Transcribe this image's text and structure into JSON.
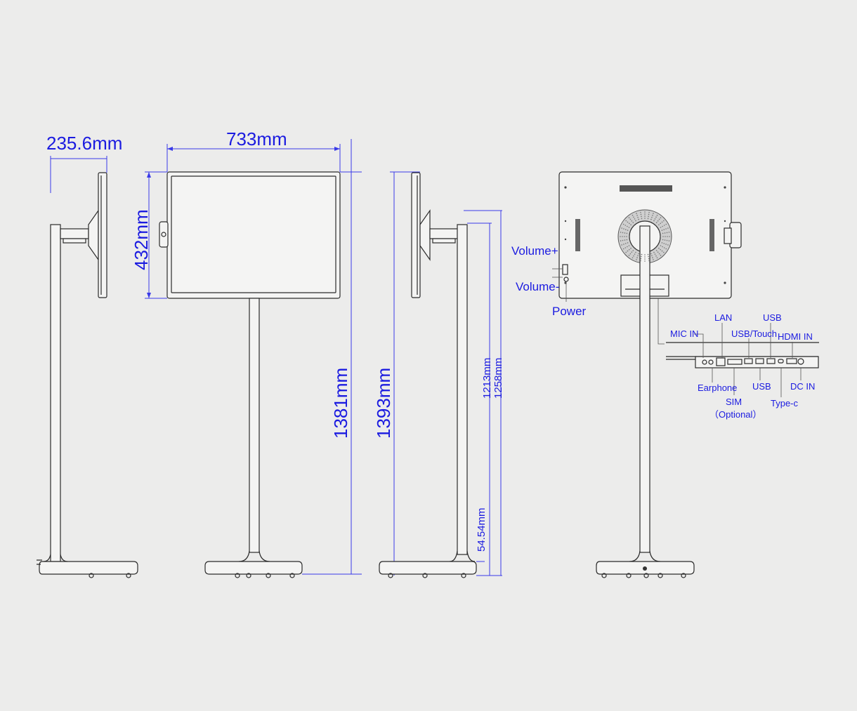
{
  "dimensions": {
    "depth": "235.6mm",
    "width": "733mm",
    "screen_height": "432mm",
    "total_height": "1381mm",
    "max_height": "1393mm",
    "pole_height_low": "1213mm",
    "pole_height_high": "1258mm",
    "base_height": "54.54mm"
  },
  "side_buttons": {
    "volume_up": "Volume+",
    "volume_down": "Volume-",
    "power": "Power"
  },
  "ports": {
    "mic_in": "MIC IN",
    "lan": "LAN",
    "usb_touch": "USB/Touch",
    "usb_top": "USB",
    "hdmi_in": "HDMI IN",
    "earphone": "Earphone",
    "sim": "SIM",
    "sim_note": "（Optional）",
    "usb_bottom": "USB",
    "type_c": "Type-c",
    "dc_in": "DC IN"
  },
  "colors": {
    "background": "#ececeb",
    "dimension": "#1b1be0",
    "drawing": "#2b2b2b"
  }
}
